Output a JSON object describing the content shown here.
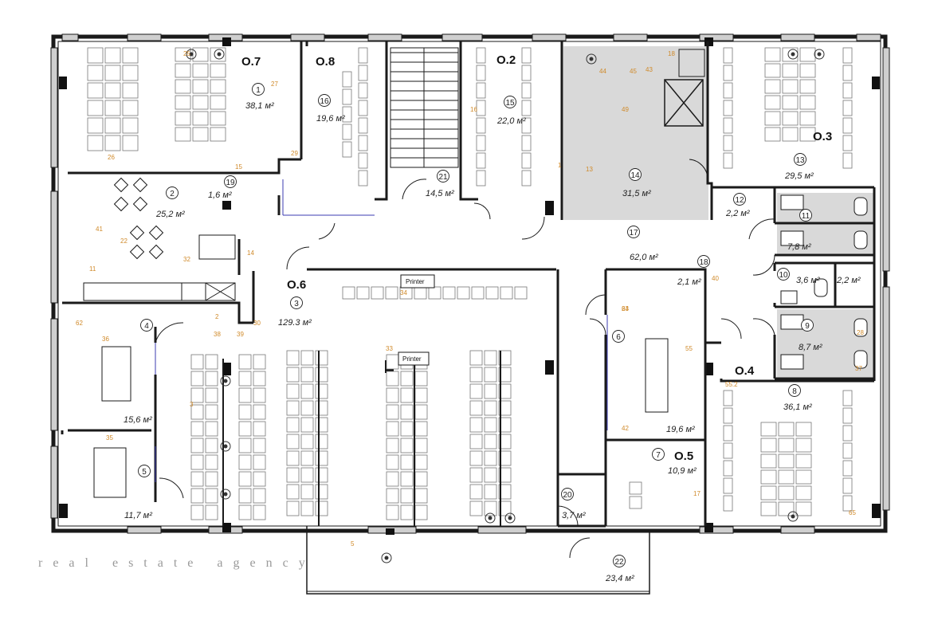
{
  "watermark": "real estate agency",
  "zones": [
    "O.7",
    "O.8",
    "O.2",
    "O.3",
    "O.6",
    "O.4",
    "O.5"
  ],
  "rooms": [
    {
      "num": "1",
      "area": "38,1 м²"
    },
    {
      "num": "2",
      "area": "25,2 м²"
    },
    {
      "num": "3",
      "area": "129.3  м²"
    },
    {
      "num": "4",
      "area": "15,6 м²"
    },
    {
      "num": "5",
      "area": "11,7 м²"
    },
    {
      "num": "6",
      "area": "19,6 м²"
    },
    {
      "num": "7",
      "area": "10,9 м²"
    },
    {
      "num": "8",
      "area": "36,1 м²"
    },
    {
      "num": "9",
      "area": "8,7 м²"
    },
    {
      "num": "10",
      "area": "3,6 м²"
    },
    {
      "num": "11",
      "area": "7,8 м²"
    },
    {
      "num": "12",
      "area": "2,2 м²"
    },
    {
      "num": "13",
      "area": "29,5 м²"
    },
    {
      "num": "14",
      "area": "31,5 м²"
    },
    {
      "num": "15",
      "area": "22,0 м²"
    },
    {
      "num": "16",
      "area": "19,6 м²"
    },
    {
      "num": "17",
      "area": "62,0 м²"
    },
    {
      "num": "18",
      "area": "2,1 м²"
    },
    {
      "num": "19",
      "area": "1,6 м²"
    },
    {
      "num": "20",
      "area": "3,7 м²"
    },
    {
      "num": "21",
      "area": "14,5 м²"
    },
    {
      "num": "22",
      "area": "23,4 м²"
    }
  ],
  "extra_areas": [
    "2,2 м²"
  ],
  "printer_labels": [
    "Printer",
    "Printer"
  ],
  "furniture_tags": [
    "25",
    "27",
    "26",
    "29",
    "15",
    "14",
    "62",
    "30",
    "36",
    "35",
    "38",
    "39",
    "33",
    "34",
    "24",
    "63",
    "20",
    "55",
    "55.2",
    "40",
    "18",
    "44",
    "45",
    "43",
    "49",
    "13",
    "16",
    "32",
    "22",
    "41",
    "42",
    "17",
    "28",
    "37",
    "65",
    "3",
    "2",
    "1",
    "11",
    "5"
  ],
  "colors": {
    "wall": "#1a1a1a",
    "tag": "#d08a2a",
    "gray_room": "#d9d9d9",
    "blue_line": "#3b3bb0"
  }
}
